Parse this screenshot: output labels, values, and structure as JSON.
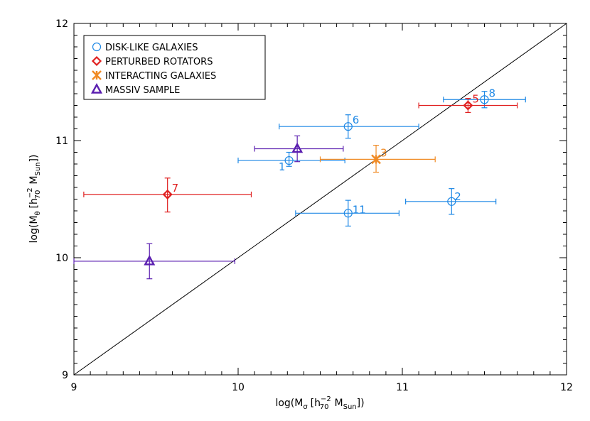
{
  "chart_data": {
    "type": "scatter",
    "xlabel": "log(M",
    "xlabel_sub": "σ",
    "xlabel_units": "[h",
    "xlabel_units_sup": "−2",
    "xlabel_units_sub": "70",
    "xlabel_units_end": "M",
    "xlabel_units_end_sub": "Sun",
    "xlabel_close": "])",
    "ylabel": "log(M",
    "ylabel_sub": "θ",
    "ylabel_units": "[h",
    "ylabel_units_sup": "−2",
    "ylabel_units_sub": "70",
    "ylabel_units_end": "M",
    "ylabel_units_end_sub": "Sun",
    "ylabel_close": "])",
    "xlim": [
      9,
      12
    ],
    "ylim": [
      9,
      12
    ],
    "xticks": [
      "9",
      "10",
      "11",
      "12"
    ],
    "yticks": [
      "9",
      "10",
      "11",
      "12"
    ],
    "one_to_one_line": true,
    "legend_position": "top-left",
    "series": [
      {
        "name": "DISK-LIKE GALAXIES",
        "marker": "circle",
        "color": "#1e88e5",
        "points": [
          {
            "label": "1",
            "x": 10.31,
            "y": 10.83,
            "xerr": [
              10.0,
              10.65
            ],
            "yerr": [
              10.78,
              10.9
            ]
          },
          {
            "label": "6",
            "x": 10.67,
            "y": 11.12,
            "xerr": [
              10.25,
              11.1
            ],
            "yerr": [
              11.02,
              11.22
            ]
          },
          {
            "label": "8",
            "x": 11.5,
            "y": 11.35,
            "xerr": [
              11.25,
              11.75
            ],
            "yerr": [
              11.28,
              11.42
            ]
          },
          {
            "label": "2",
            "x": 11.3,
            "y": 10.48,
            "xerr": [
              11.02,
              11.57
            ],
            "yerr": [
              10.37,
              10.59
            ]
          },
          {
            "label": "11",
            "x": 10.67,
            "y": 10.38,
            "xerr": [
              10.35,
              10.98
            ],
            "yerr": [
              10.27,
              10.49
            ]
          }
        ]
      },
      {
        "name": "PERTURBED ROTATORS",
        "marker": "diamond",
        "color": "#e02020",
        "points": [
          {
            "label": "5",
            "x": 11.4,
            "y": 11.3,
            "xerr": [
              11.1,
              11.7
            ],
            "yerr": [
              11.24,
              11.36
            ]
          },
          {
            "label": "7",
            "x": 9.57,
            "y": 10.54,
            "xerr": [
              9.06,
              10.08
            ],
            "yerr": [
              10.39,
              10.68
            ]
          }
        ]
      },
      {
        "name": "INTERACTING GALAXIES",
        "marker": "asterisk",
        "color": "#f08a24",
        "points": [
          {
            "label": "3",
            "x": 10.84,
            "y": 10.84,
            "xerr": [
              10.5,
              11.2
            ],
            "yerr": [
              10.73,
              10.96
            ]
          }
        ]
      },
      {
        "name": "MASSIV SAMPLE",
        "marker": "triangle",
        "color": "#5b1fb0",
        "points": [
          {
            "label": "",
            "x": 10.36,
            "y": 10.93,
            "xerr": [
              10.1,
              10.64
            ],
            "yerr": [
              10.82,
              11.04
            ]
          },
          {
            "label": "",
            "x": 9.46,
            "y": 9.97,
            "xerr": [
              9.0,
              9.98
            ],
            "yerr": [
              9.82,
              10.12
            ]
          }
        ]
      }
    ]
  }
}
